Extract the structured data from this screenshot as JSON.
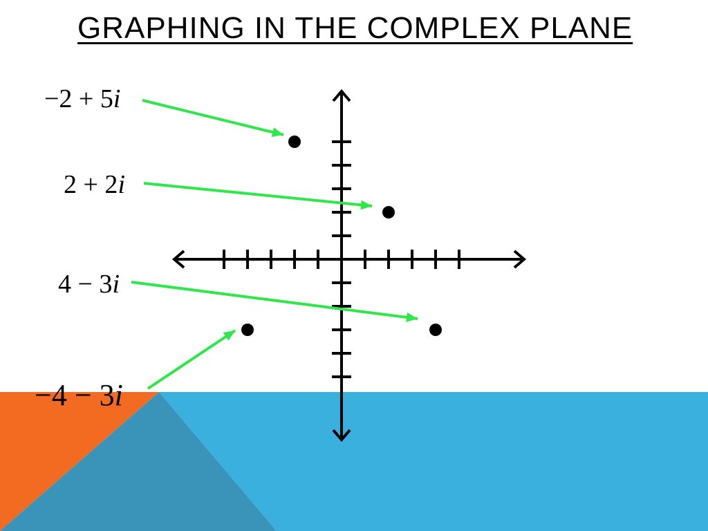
{
  "title": "GRAPHING IN THE COMPLEX PLANE",
  "colors": {
    "accent_orange": "#F26B21",
    "accent_blue": "#3AB0DE",
    "accent_overlap": "#3A93B8",
    "arrow_green": "#2EE84A",
    "ink": "#000000"
  },
  "axis_ticks": {
    "real": [
      -5,
      -4,
      -3,
      -2,
      -1,
      1,
      2,
      3,
      4,
      5
    ],
    "imaginary": [
      -5,
      -4,
      -3,
      -2,
      -1,
      1,
      2,
      3,
      4,
      5
    ]
  },
  "points": [
    {
      "id": "p1",
      "label_main": "−2 + 5",
      "label_i": "i",
      "re": -2,
      "im": 5,
      "plot_re": -2,
      "plot_im": 5
    },
    {
      "id": "p2",
      "label_main": "2 + 2",
      "label_i": "i",
      "re": 2,
      "im": 2,
      "plot_re": 2,
      "plot_im": 2
    },
    {
      "id": "p3",
      "label_main": "4 − 3",
      "label_i": "i",
      "re": 4,
      "im": -3,
      "plot_re": 4,
      "plot_im": -3
    },
    {
      "id": "p4",
      "label_main": "−4 − 3",
      "label_i": "i",
      "re": -4,
      "im": -3,
      "plot_re": -4,
      "plot_im": -3
    }
  ]
}
